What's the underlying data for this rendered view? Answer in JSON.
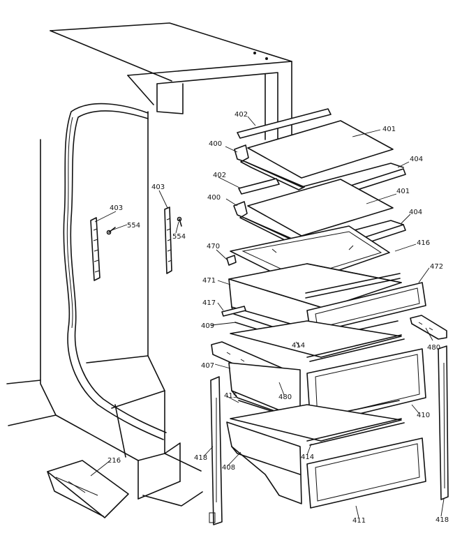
{
  "labels": [
    {
      "id": "402a",
      "text": "402"
    },
    {
      "id": "401a",
      "text": "401"
    },
    {
      "id": "400a",
      "text": "400"
    },
    {
      "id": "404a",
      "text": "404"
    },
    {
      "id": "402b",
      "text": "402"
    },
    {
      "id": "400b",
      "text": "400"
    },
    {
      "id": "401b",
      "text": "401"
    },
    {
      "id": "404b",
      "text": "404"
    },
    {
      "id": "403a",
      "text": "403"
    },
    {
      "id": "403b",
      "text": "403"
    },
    {
      "id": "554a",
      "text": "554"
    },
    {
      "id": "554b",
      "text": "554"
    },
    {
      "id": "470",
      "text": "470"
    },
    {
      "id": "416",
      "text": "416"
    },
    {
      "id": "472",
      "text": "472"
    },
    {
      "id": "471",
      "text": "471"
    },
    {
      "id": "417",
      "text": "417"
    },
    {
      "id": "409",
      "text": "409"
    },
    {
      "id": "414a",
      "text": "414"
    },
    {
      "id": "480a",
      "text": "480"
    },
    {
      "id": "407",
      "text": "407"
    },
    {
      "id": "480b",
      "text": "480"
    },
    {
      "id": "415",
      "text": "415"
    },
    {
      "id": "410",
      "text": "410"
    },
    {
      "id": "418a",
      "text": "418"
    },
    {
      "id": "414b",
      "text": "414"
    },
    {
      "id": "408",
      "text": "408"
    },
    {
      "id": "216",
      "text": "216"
    },
    {
      "id": "411",
      "text": "411"
    },
    {
      "id": "418b",
      "text": "418"
    }
  ]
}
